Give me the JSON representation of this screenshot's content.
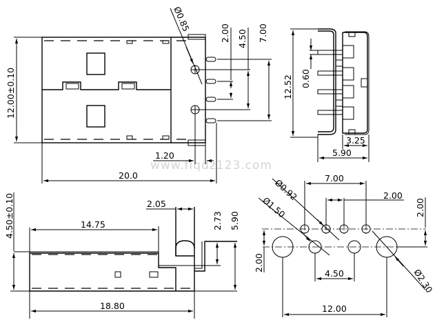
{
  "watermark": "www.fiqdz123.com",
  "top_view": {
    "width_tol": "12.00±0.10",
    "length": "20.0",
    "pin_offset": "1.20",
    "hole_dia": "Ø0.85",
    "pitch_inner": "2.00",
    "hole_spacing": "4.50",
    "pitch_outer": "7.00"
  },
  "end_view": {
    "height": "12.52",
    "pin_width": "0.60",
    "depth_inner": "3.25",
    "depth_total": "5.90"
  },
  "side_view": {
    "height_tol": "4.50±0.10",
    "plug_length": "14.75",
    "step": "2.05",
    "pin_height": "2.73",
    "total_height": "5.90",
    "total_length": "18.80"
  },
  "footprint": {
    "pin_hole_dia": "Ø0.92",
    "small_hole_dia": "Ø1.50",
    "large_hole_dia": "Ø2.30",
    "outer_pitch": "7.00",
    "inner_pitch": "2.00",
    "row_offset_right": "2.00",
    "row_offset_left": "2.00",
    "small_hole_spacing": "4.50",
    "large_hole_spacing": "12.00"
  }
}
